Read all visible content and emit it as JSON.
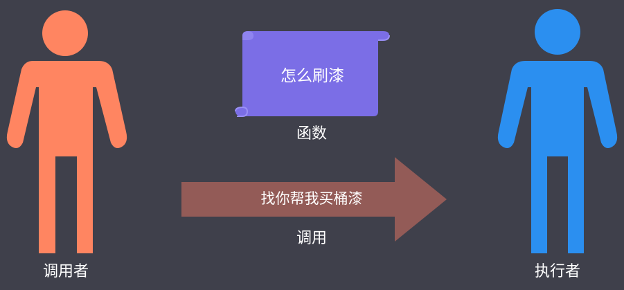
{
  "caller": {
    "label": "调用者",
    "color": "#ff8561"
  },
  "executor": {
    "label": "执行者",
    "color": "#2b8ff0"
  },
  "function_scroll": {
    "text": "怎么刷漆",
    "caption": "函数",
    "color": "#7b6ee6"
  },
  "call_arrow": {
    "text": "找你帮我买桶漆",
    "caption": "调用",
    "color": "#935b57"
  }
}
